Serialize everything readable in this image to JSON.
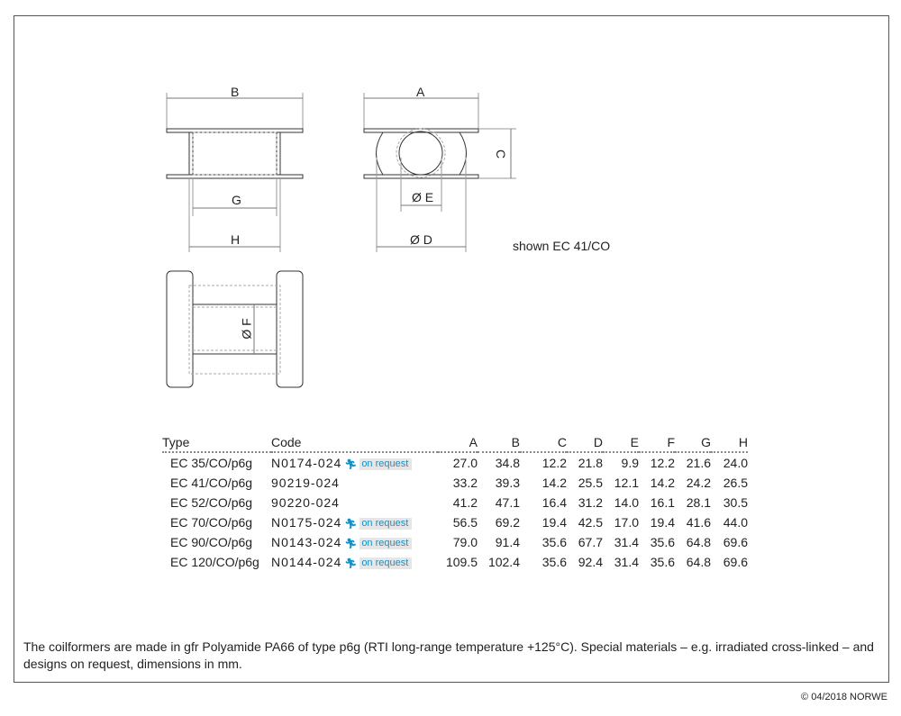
{
  "drawing": {
    "labels": {
      "a": "A",
      "b": "B",
      "c": "C",
      "d": "Ø D",
      "e": "Ø E",
      "f": "Ø F",
      "g": "G",
      "h": "H"
    },
    "caption": "shown EC 41/CO"
  },
  "table": {
    "headers": [
      "Type",
      "Code",
      "A",
      "B",
      "C",
      "D",
      "E",
      "F",
      "G",
      "H"
    ],
    "badge_label": "on request",
    "rows": [
      {
        "type": "EC 35/CO/p6g",
        "code": "N0174-024",
        "on_request": true,
        "values": [
          "27.0",
          "34.8",
          "12.2",
          "21.8",
          "9.9",
          "12.2",
          "21.6",
          "24.0"
        ]
      },
      {
        "type": "EC 41/CO/p6g",
        "code": "90219-024",
        "on_request": false,
        "values": [
          "33.2",
          "39.3",
          "14.2",
          "25.5",
          "12.1",
          "14.2",
          "24.2",
          "26.5"
        ]
      },
      {
        "type": "EC 52/CO/p6g",
        "code": "90220-024",
        "on_request": false,
        "values": [
          "41.2",
          "47.1",
          "16.4",
          "31.2",
          "14.0",
          "16.1",
          "28.1",
          "30.5"
        ]
      },
      {
        "type": "EC 70/CO/p6g",
        "code": "N0175-024",
        "on_request": true,
        "values": [
          "56.5",
          "69.2",
          "19.4",
          "42.5",
          "17.0",
          "19.4",
          "41.6",
          "44.0"
        ]
      },
      {
        "type": "EC 90/CO/p6g",
        "code": "N0143-024",
        "on_request": true,
        "values": [
          "79.0",
          "91.4",
          "35.6",
          "67.7",
          "31.4",
          "35.6",
          "64.8",
          "69.6"
        ]
      },
      {
        "type": "EC 120/CO/p6g",
        "code": "N0144-024",
        "on_request": true,
        "values": [
          "109.5",
          "102.4",
          "35.6",
          "92.4",
          "31.4",
          "35.6",
          "64.8",
          "69.6"
        ]
      }
    ]
  },
  "note": "The coilformers are made in gfr Polyamide PA66 of type p6g (RTI long-range temperature +125°C). Special materials – e.g. irradiated cross-linked – and designs on request, dimensions in mm.",
  "copyright": "© 04/2018 NORWE",
  "colors": {
    "badge_text": "#1a8fc4",
    "badge_bg": "#e6e6e6"
  }
}
